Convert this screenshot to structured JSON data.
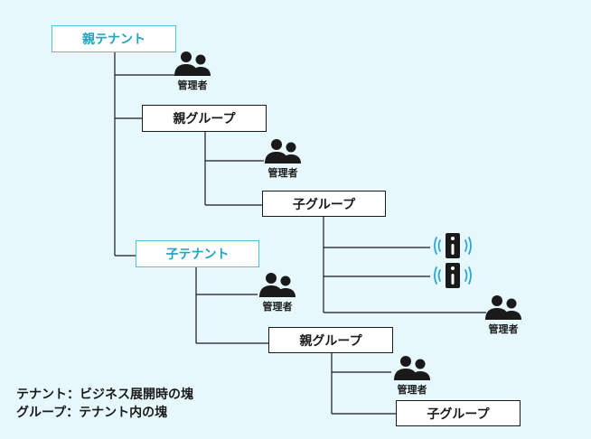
{
  "nodes": {
    "root_tenant": "親テナント",
    "parent_group_1": "親グループ",
    "child_group_1": "子グループ",
    "child_tenant": "子テナント",
    "parent_group_2": "親グループ",
    "child_group_2": "子グループ"
  },
  "admin_label": "管理者",
  "legend": {
    "tenant": "テナント：ビジネス展開時の塊",
    "group": "グループ：テナント内の塊"
  },
  "colors": {
    "background": "#e6f8fc",
    "tenant_border": "#4fc3d9",
    "tenant_text": "#1ea4bf",
    "device_wave": "#29a8d8",
    "ink": "#1a1a1a"
  },
  "icons": {
    "admin": "people-icon",
    "device": "iot-device-icon"
  }
}
